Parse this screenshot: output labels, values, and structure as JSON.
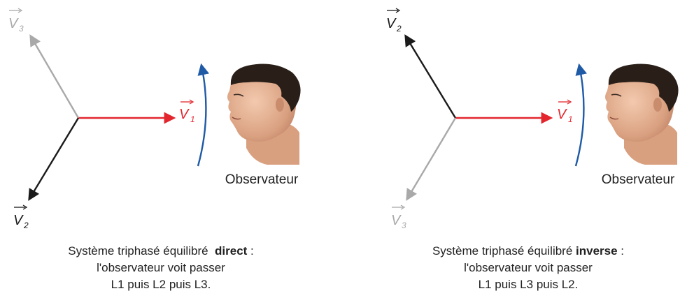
{
  "colors": {
    "v1": "#e3262e",
    "v2": "#1a1a1a",
    "v3": "#a9a9a9",
    "rotation_arrow": "#1f5aa6",
    "text": "#222222"
  },
  "panels": [
    {
      "vectors": {
        "v1": {
          "letter": "V",
          "sub": "1"
        },
        "v2": {
          "letter": "V",
          "sub": "2"
        },
        "v3": {
          "letter": "V",
          "sub": "3"
        }
      },
      "observer_icon": "man-head-profile",
      "observer_label": "Observateur",
      "caption": {
        "line1_prefix": "Système triphasé équilibré",
        "line1_bold": "direct",
        "line1_suffix": " :",
        "line2": "l'observateur voit passer",
        "line3": "L1 puis L2 puis L3."
      }
    },
    {
      "vectors": {
        "v1": {
          "letter": "V",
          "sub": "1"
        },
        "v2": {
          "letter": "V",
          "sub": "2"
        },
        "v3": {
          "letter": "V",
          "sub": "3"
        }
      },
      "observer_icon": "man-head-profile",
      "observer_label": "Observateur",
      "caption": {
        "line1_prefix": "Système triphasé équilibré",
        "line1_bold": "inverse",
        "line1_suffix": " :",
        "line2": "l'observateur voit passer",
        "line3": "L1 puis L3 puis L2."
      }
    }
  ]
}
